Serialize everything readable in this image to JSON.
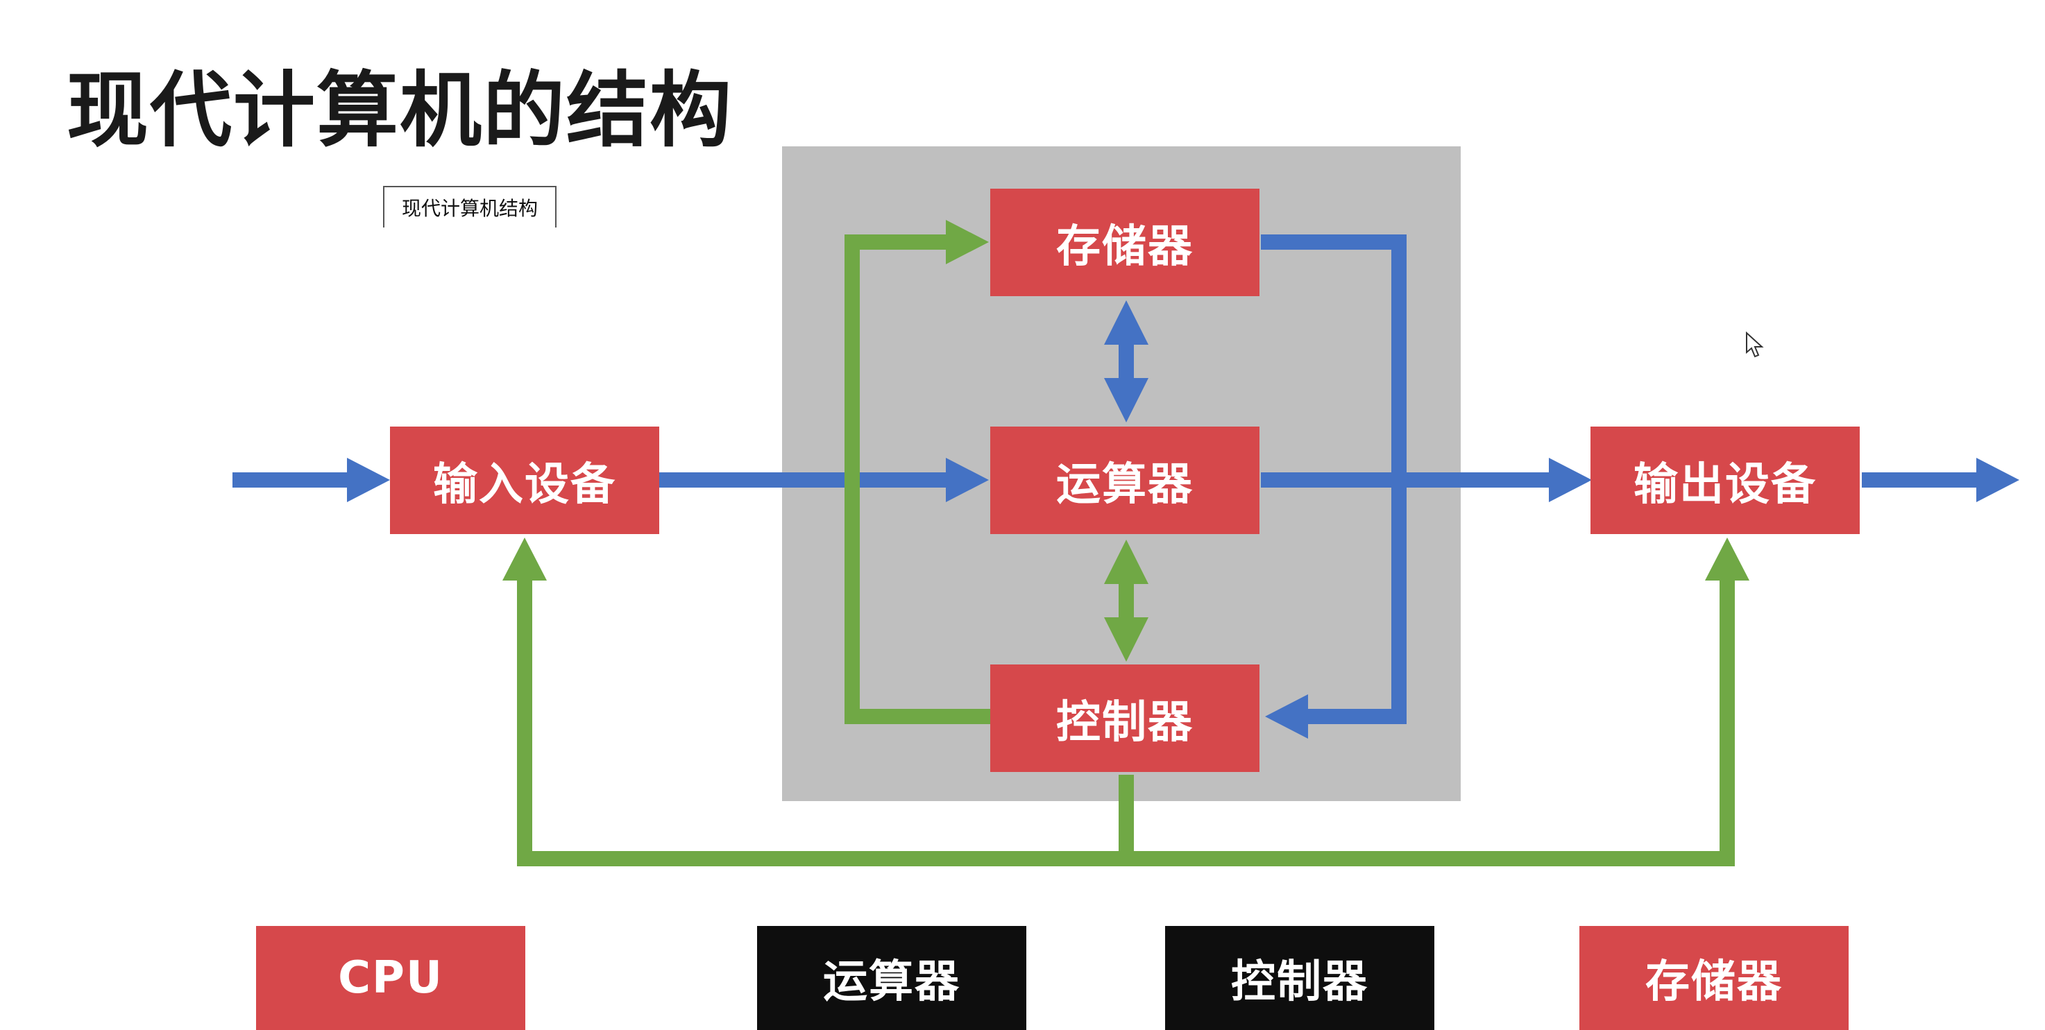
{
  "title": "现代计算机的结构",
  "tooltip": "现代计算机结构",
  "nodes": {
    "memory": "存储器",
    "alu": "运算器",
    "control": "控制器",
    "input": "输入设备",
    "output": "输出设备"
  },
  "legend": [
    {
      "label": "CPU",
      "style": "red"
    },
    {
      "label": "运算器",
      "style": "black"
    },
    {
      "label": "控制器",
      "style": "black"
    },
    {
      "label": "存储器",
      "style": "red"
    }
  ],
  "colors": {
    "node_red": "#d6484b",
    "node_black": "#0e0e0e",
    "cpu_region": "#bfbfbf",
    "data_flow_blue": "#4472c4",
    "control_flow_green": "#70a845"
  },
  "icons": {
    "cursor": "mouse-pointer-icon"
  }
}
